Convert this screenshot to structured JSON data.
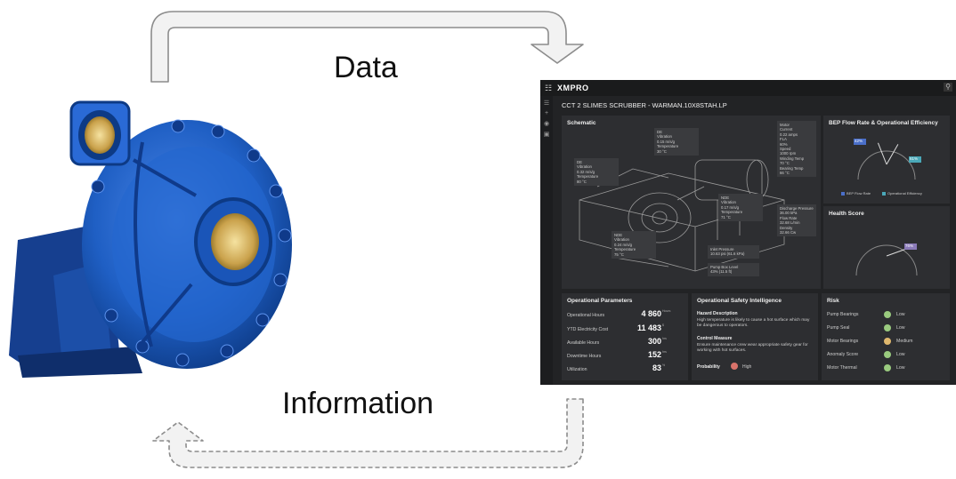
{
  "diagram": {
    "top_arrow_label": "Data",
    "bottom_arrow_label": "Information"
  },
  "colors": {
    "arrow_fill": "#f2f2f2",
    "arrow_stroke": "#8c8c8c",
    "pump_blue": "#1f5fc4",
    "dashboard_bg": "#222325",
    "panel_bg": "#2d2e31",
    "risk_low": "#9acb7f",
    "risk_medium": "#e0b86e",
    "risk_high": "#d9736b"
  },
  "dashboard": {
    "brand": "XMPRO",
    "title": "CCT 2 SLIMES SCRUBBER - WARMAN.10X8STAH.LP",
    "schematic": {
      "title": "Schematic",
      "cards": {
        "de_top": {
          "title": "DE",
          "lines": [
            "Vibration",
            "0.15 m/s/g",
            "Temperature",
            "30 °C"
          ]
        },
        "de_left": {
          "title": "DE",
          "lines": [
            "Vibration",
            "0.32 m/s/g",
            "Temperature",
            "80 °C"
          ]
        },
        "nde_mid": {
          "title": "NDE",
          "lines": [
            "Vibration",
            "0.17 m/s/g",
            "Temperature",
            "71 °C"
          ]
        },
        "nde_bottom": {
          "title": "NDE",
          "lines": [
            "Vibration",
            "0.24 m/s/g",
            "Temperature",
            "75 °C"
          ]
        },
        "inlet": {
          "lines": [
            "Inlet Pressure",
            "10.63 psi (61.6 kPa)"
          ]
        },
        "pump_box": {
          "lines": [
            "Pump Box Level",
            "43% (11.5 ft)"
          ]
        },
        "motor": {
          "lines": [
            "Motor",
            "Current",
            "0.22 amps",
            "FLA",
            "60%",
            "Speed",
            "1000 rpm",
            "Winding Temp",
            "70 °C",
            "Bearing Temp",
            "66 °C"
          ]
        },
        "discharge": {
          "lines": [
            "Discharge Pressure",
            "36.00 kPa",
            "Flow Rate",
            "32.68 L/min",
            "Density",
            "32.66 Cw"
          ]
        }
      }
    },
    "bep": {
      "title": "BEP Flow Rate & Operational Efficiency",
      "flow_badge": "42%",
      "eff_badge": "61%",
      "legend": [
        "BEP Flow Rate",
        "Operational Efficiency"
      ],
      "flow_value": 0.42,
      "eff_value": 0.61
    },
    "health": {
      "title": "Health Score",
      "badge": "76%",
      "value": 0.76
    },
    "operational": {
      "title": "Operational Parameters",
      "rows": [
        {
          "label": "Operational Hours",
          "value": "4 860",
          "unit": "Hours"
        },
        {
          "label": "YTD Electricity Cost",
          "value": "11 483",
          "unit": "$"
        },
        {
          "label": "Available Hours",
          "value": "300",
          "unit": "hrs"
        },
        {
          "label": "Downtime Hours",
          "value": "152",
          "unit": "hrs"
        },
        {
          "label": "Utilization",
          "value": "83",
          "unit": "%"
        }
      ]
    },
    "safety": {
      "title": "Operational Safety Intelligence",
      "hazard_heading": "Hazard Description",
      "hazard_text": "High temperature is likely to cause a hot surface which may be dangerous to operators.",
      "control_heading": "Control Measure",
      "control_text": "Ensure maintenance crew wear appropriate safety gear for working with hot surfaces.",
      "probability_label": "Probability",
      "probability_value": "High"
    },
    "risk": {
      "title": "Risk",
      "rows": [
        {
          "label": "Pump Bearings",
          "level": "Low",
          "color": "#9acb7f"
        },
        {
          "label": "Pump Seal",
          "level": "Low",
          "color": "#9acb7f"
        },
        {
          "label": "Motor Bearings",
          "level": "Medium",
          "color": "#e0b86e"
        },
        {
          "label": "Anomaly Score",
          "level": "Low",
          "color": "#9acb7f"
        },
        {
          "label": "Motor Thermal",
          "level": "Low",
          "color": "#9acb7f"
        }
      ]
    }
  }
}
